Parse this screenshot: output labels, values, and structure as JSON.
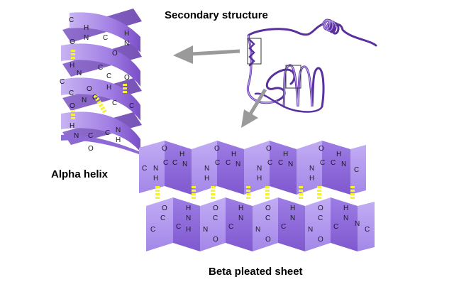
{
  "labels": {
    "secondary_structure": "Secondary structure",
    "alpha_helix": "Alpha helix",
    "beta_sheet": "Beta pleated sheet"
  },
  "atoms": {
    "carbon": "C",
    "nitrogen": "N",
    "oxygen": "O",
    "hydrogen": "H"
  },
  "colors": {
    "ribbon_light": "#b9a3ee",
    "ribbon_mid": "#9470dc",
    "ribbon_dark": "#6a40b8",
    "hbond": "#f5f230",
    "arrow": "#9a9a9a"
  }
}
